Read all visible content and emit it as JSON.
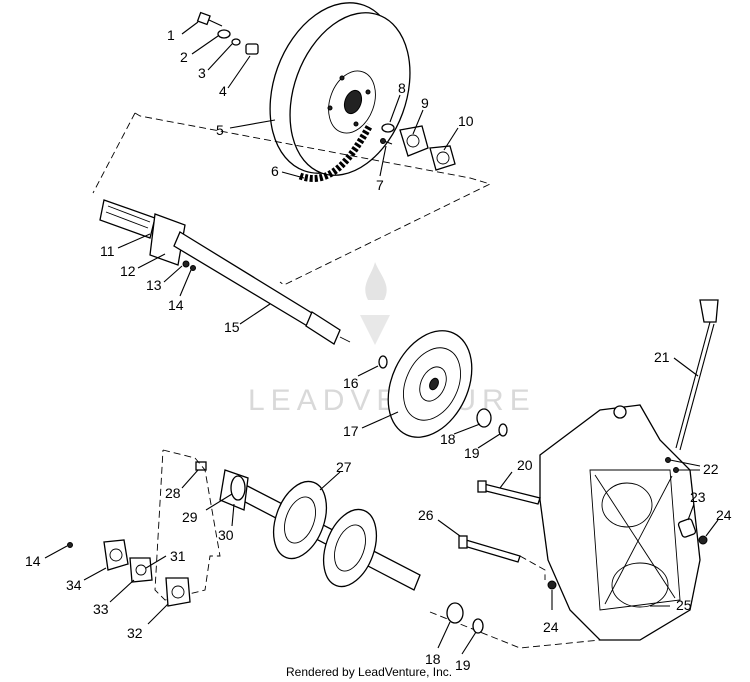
{
  "watermark": {
    "text": "LEADVENTURE"
  },
  "credit": "Rendered by LeadVenture, Inc.",
  "callouts": [
    {
      "id": "c1",
      "label": "1"
    },
    {
      "id": "c2",
      "label": "2"
    },
    {
      "id": "c3",
      "label": "3"
    },
    {
      "id": "c4",
      "label": "4"
    },
    {
      "id": "c5",
      "label": "5"
    },
    {
      "id": "c6",
      "label": "6"
    },
    {
      "id": "c7",
      "label": "7"
    },
    {
      "id": "c8",
      "label": "8"
    },
    {
      "id": "c9",
      "label": "9"
    },
    {
      "id": "c10",
      "label": "10"
    },
    {
      "id": "c11",
      "label": "11"
    },
    {
      "id": "c12",
      "label": "12"
    },
    {
      "id": "c13",
      "label": "13"
    },
    {
      "id": "c14a",
      "label": "14"
    },
    {
      "id": "c15",
      "label": "15"
    },
    {
      "id": "c16",
      "label": "16"
    },
    {
      "id": "c17",
      "label": "17"
    },
    {
      "id": "c18a",
      "label": "18"
    },
    {
      "id": "c19a",
      "label": "19"
    },
    {
      "id": "c20",
      "label": "20"
    },
    {
      "id": "c21",
      "label": "21"
    },
    {
      "id": "c22",
      "label": "22"
    },
    {
      "id": "c23",
      "label": "23"
    },
    {
      "id": "c24a",
      "label": "24"
    },
    {
      "id": "c25",
      "label": "25"
    },
    {
      "id": "c26",
      "label": "26"
    },
    {
      "id": "c27",
      "label": "27"
    },
    {
      "id": "c28",
      "label": "28"
    },
    {
      "id": "c29",
      "label": "29"
    },
    {
      "id": "c30",
      "label": "30"
    },
    {
      "id": "c31",
      "label": "31"
    },
    {
      "id": "c14b",
      "label": "14"
    },
    {
      "id": "c32",
      "label": "32"
    },
    {
      "id": "c33",
      "label": "33"
    },
    {
      "id": "c34",
      "label": "34"
    },
    {
      "id": "c24b",
      "label": "24"
    },
    {
      "id": "c18b",
      "label": "18"
    },
    {
      "id": "c19b",
      "label": "19"
    }
  ]
}
